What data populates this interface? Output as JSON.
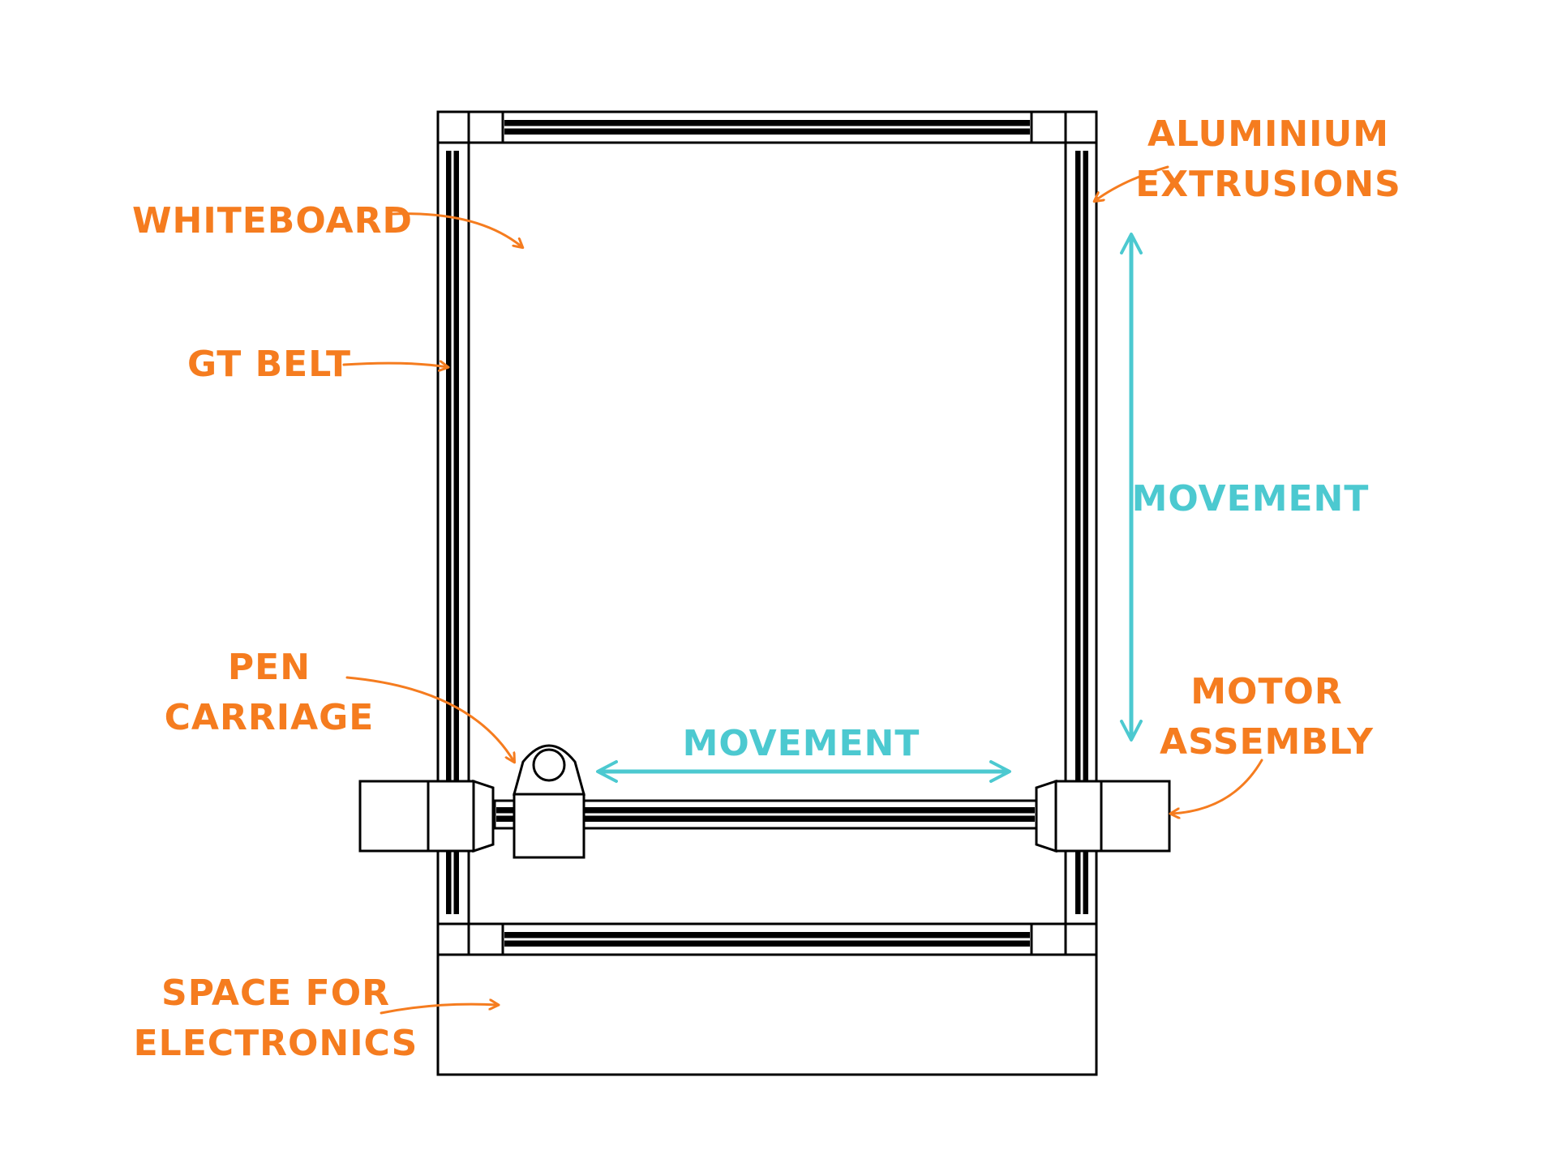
{
  "colors": {
    "annotation": "#f57c1f",
    "movement": "#4cc9d0",
    "outline": "#000000",
    "background": "#ffffff"
  },
  "labels": {
    "whiteboard": "WHITEBOARD",
    "gt_belt": "GT BELT",
    "pen_carriage_1": "PEN",
    "pen_carriage_2": "CARRIAGE",
    "space_electronics_1": "SPACE FOR",
    "space_electronics_2": "ELECTRONICS",
    "aluminium_1": "ALUMINIUM",
    "aluminium_2": "EXTRUSIONS",
    "movement_vertical": "MOVEMENT",
    "movement_horizontal": "MOVEMENT",
    "motor_1": "MOTOR",
    "motor_2": "ASSEMBLY"
  }
}
